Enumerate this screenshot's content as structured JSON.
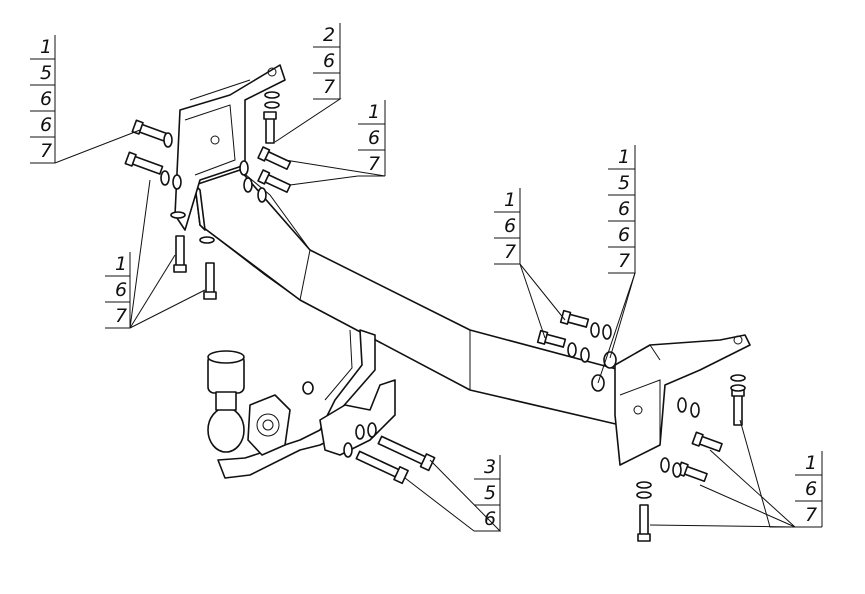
{
  "callouts": [
    {
      "id": "c1",
      "labels": [
        "1",
        "5",
        "6",
        "6",
        "7"
      ]
    },
    {
      "id": "c2",
      "labels": [
        "2",
        "6",
        "7"
      ]
    },
    {
      "id": "c3",
      "labels": [
        "1",
        "6",
        "7"
      ]
    },
    {
      "id": "c4",
      "labels": [
        "1",
        "6",
        "7"
      ]
    },
    {
      "id": "c5",
      "labels": [
        "1",
        "6",
        "7"
      ]
    },
    {
      "id": "c6",
      "labels": [
        "1",
        "5",
        "6",
        "6",
        "7"
      ]
    },
    {
      "id": "c7",
      "labels": [
        "3",
        "5",
        "6"
      ]
    },
    {
      "id": "c8",
      "labels": [
        "1",
        "6",
        "7"
      ]
    }
  ],
  "parts": [
    "tow-bar-crossbeam",
    "left-mounting-bracket",
    "right-mounting-bracket",
    "tow-ball",
    "tow-neck",
    "socket-plate",
    "bolts",
    "washers",
    "nuts"
  ]
}
